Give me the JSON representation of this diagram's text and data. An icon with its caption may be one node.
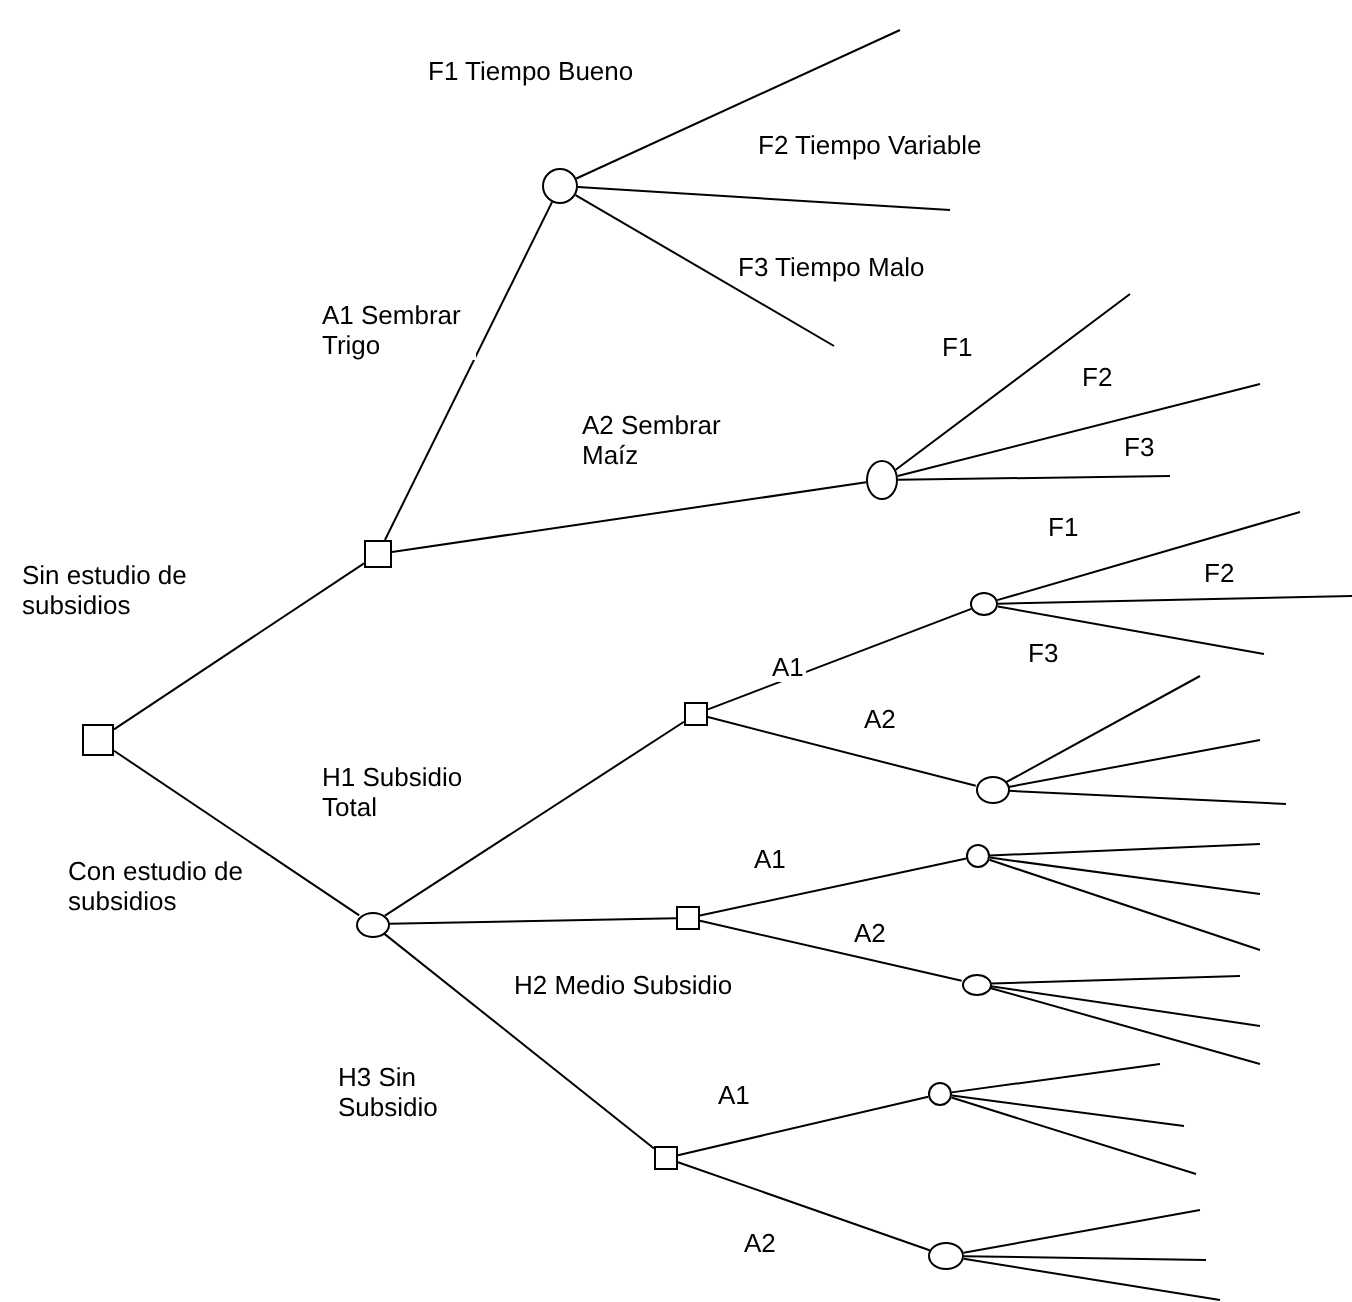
{
  "diagram": {
    "nodes": [
      {
        "text": [],
        "shape": "box"
      },
      {
        "text": [],
        "shape": "box"
      },
      {
        "text": [],
        "shape": "circle"
      },
      {
        "text": [],
        "shape": "circle"
      },
      {
        "text": [],
        "shape": "circle"
      },
      {
        "text": [],
        "shape": "box"
      },
      {
        "text": [],
        "shape": "box"
      },
      {
        "text": [],
        "shape": "box"
      },
      {
        "text": [],
        "shape": "circle"
      },
      {
        "text": [],
        "shape": "circle"
      },
      {
        "text": [],
        "shape": "circle"
      },
      {
        "text": [],
        "shape": "circle"
      },
      {
        "text": [],
        "shape": "circle"
      },
      {
        "text": [],
        "shape": "circle"
      }
    ],
    "edges": [
      {
        "from": 0,
        "to": 1,
        "arrow": "none",
        "label": "Sin estudio de subsidios"
      },
      {
        "from": 0,
        "to": 2,
        "arrow": "none",
        "label": "Con estudio de subsidios"
      },
      {
        "from": 1,
        "to": 3,
        "arrow": "none",
        "label": "A1 Sembrar Trigo"
      },
      {
        "from": 1,
        "to": 4,
        "arrow": "none",
        "label": "A2 Sembrar Maíz"
      },
      {
        "from": 3,
        "to": null,
        "arrow": "none",
        "label": "F1 Tiempo Bueno"
      },
      {
        "from": 3,
        "to": null,
        "arrow": "none",
        "label": "F2 Tiempo Variable"
      },
      {
        "from": 3,
        "to": null,
        "arrow": "none",
        "label": "F3 Tiempo Malo"
      },
      {
        "from": 4,
        "to": null,
        "arrow": "none",
        "label": "F1"
      },
      {
        "from": 4,
        "to": null,
        "arrow": "none",
        "label": "F2"
      },
      {
        "from": 4,
        "to": null,
        "arrow": "none",
        "label": "F3"
      },
      {
        "from": 2,
        "to": 5,
        "arrow": "none",
        "label": "H1 Subsidio Total"
      },
      {
        "from": 2,
        "to": 6,
        "arrow": "none",
        "label": "H2 Medio Subsidio"
      },
      {
        "from": 2,
        "to": 7,
        "arrow": "none",
        "label": "H3 Sin Subsidio"
      },
      {
        "from": 5,
        "to": 8,
        "arrow": "none",
        "label": "A1"
      },
      {
        "from": 5,
        "to": 9,
        "arrow": "none",
        "label": "A2"
      },
      {
        "from": 8,
        "to": null,
        "arrow": "none",
        "label": "F1"
      },
      {
        "from": 8,
        "to": null,
        "arrow": "none",
        "label": "F2"
      },
      {
        "from": 8,
        "to": null,
        "arrow": "none",
        "label": "F3"
      },
      {
        "from": 9,
        "to": null,
        "arrow": "none"
      },
      {
        "from": 9,
        "to": null,
        "arrow": "none"
      },
      {
        "from": 9,
        "to": null,
        "arrow": "none"
      },
      {
        "from": 6,
        "to": 10,
        "arrow": "none",
        "label": "A1"
      },
      {
        "from": 6,
        "to": 11,
        "arrow": "none",
        "label": "A2"
      },
      {
        "from": 10,
        "to": null,
        "arrow": "none"
      },
      {
        "from": 10,
        "to": null,
        "arrow": "none"
      },
      {
        "from": 10,
        "to": null,
        "arrow": "none"
      },
      {
        "from": 11,
        "to": null,
        "arrow": "none"
      },
      {
        "from": 11,
        "to": null,
        "arrow": "none"
      },
      {
        "from": 11,
        "to": null,
        "arrow": "none"
      },
      {
        "from": 7,
        "to": 12,
        "arrow": "none",
        "label": "A1"
      },
      {
        "from": 7,
        "to": 13,
        "arrow": "none",
        "label": "A2"
      },
      {
        "from": 12,
        "to": null,
        "arrow": "none"
      },
      {
        "from": 12,
        "to": null,
        "arrow": "none"
      },
      {
        "from": 12,
        "to": null,
        "arrow": "none"
      },
      {
        "from": 13,
        "to": null,
        "arrow": "none"
      },
      {
        "from": 13,
        "to": null,
        "arrow": "none"
      },
      {
        "from": 13,
        "to": null,
        "arrow": "none"
      }
    ]
  }
}
